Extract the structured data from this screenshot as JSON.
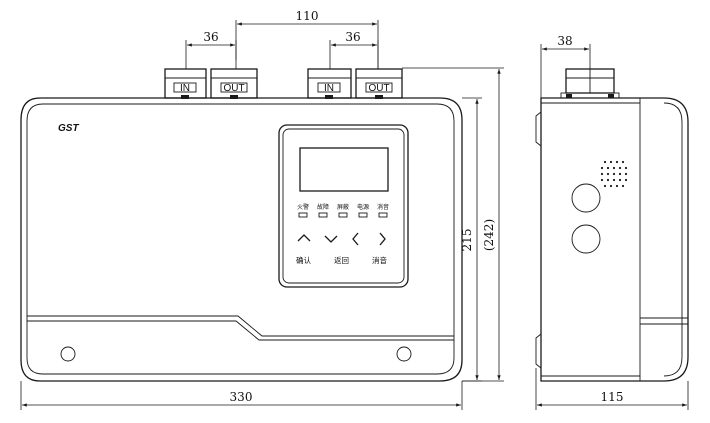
{
  "brand": "GST",
  "front_view": {
    "ports": [
      "IN",
      "OUT",
      "IN",
      "OUT"
    ],
    "indicators": [
      "火警",
      "故障",
      "屏蔽",
      "电源",
      "消音"
    ],
    "buttons": [
      "确认",
      "返回",
      "消音"
    ]
  },
  "dimensions": {
    "port_spacing_outer": "110",
    "port_spacing_left": "36",
    "port_spacing_right": "36",
    "side_port_width": "38",
    "height_body": "215",
    "height_total": "(242)",
    "width": "330",
    "depth": "115"
  },
  "colors": {
    "line": "#1a1a1a",
    "background": "#ffffff"
  }
}
